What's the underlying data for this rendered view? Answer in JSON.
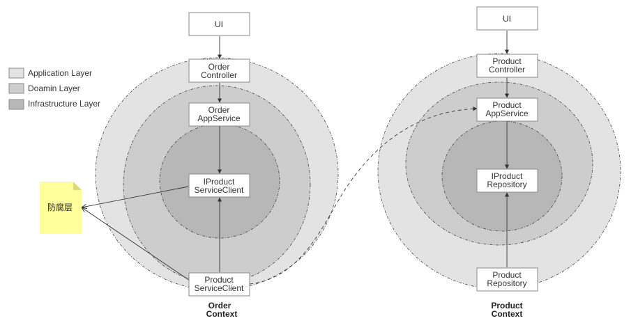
{
  "legend": {
    "items": [
      {
        "label": "Application Layer",
        "color": "#e3e3e3"
      },
      {
        "label": "Doamin Layer",
        "color": "#cdcdcd"
      },
      {
        "label": "Infrastructure Layer",
        "color": "#b7b7b7"
      }
    ]
  },
  "order_context": {
    "ui_label": "UI",
    "controller_label": [
      "Order",
      "Controller"
    ],
    "app_service_label": [
      "Order",
      "AppService"
    ],
    "iproduct_client_label": [
      "IProduct",
      "ServiceClient"
    ],
    "product_client_label": [
      "Product",
      "ServiceClient"
    ],
    "context_label": [
      "Order",
      "Context"
    ]
  },
  "product_context": {
    "ui_label": "UI",
    "controller_label": [
      "Product",
      "Controller"
    ],
    "app_service_label": [
      "Product",
      "AppService"
    ],
    "irepository_label": [
      "IProduct",
      "Repository"
    ],
    "repository_label": [
      "Product",
      "Repository"
    ],
    "context_label": [
      "Product",
      "Context"
    ]
  },
  "note": {
    "label": "防腐层",
    "color": "#ffff99"
  },
  "colors": {
    "application_layer": "#e3e3e3",
    "domain_layer": "#cdcdcd",
    "infrastructure_layer": "#b7b7b7"
  }
}
